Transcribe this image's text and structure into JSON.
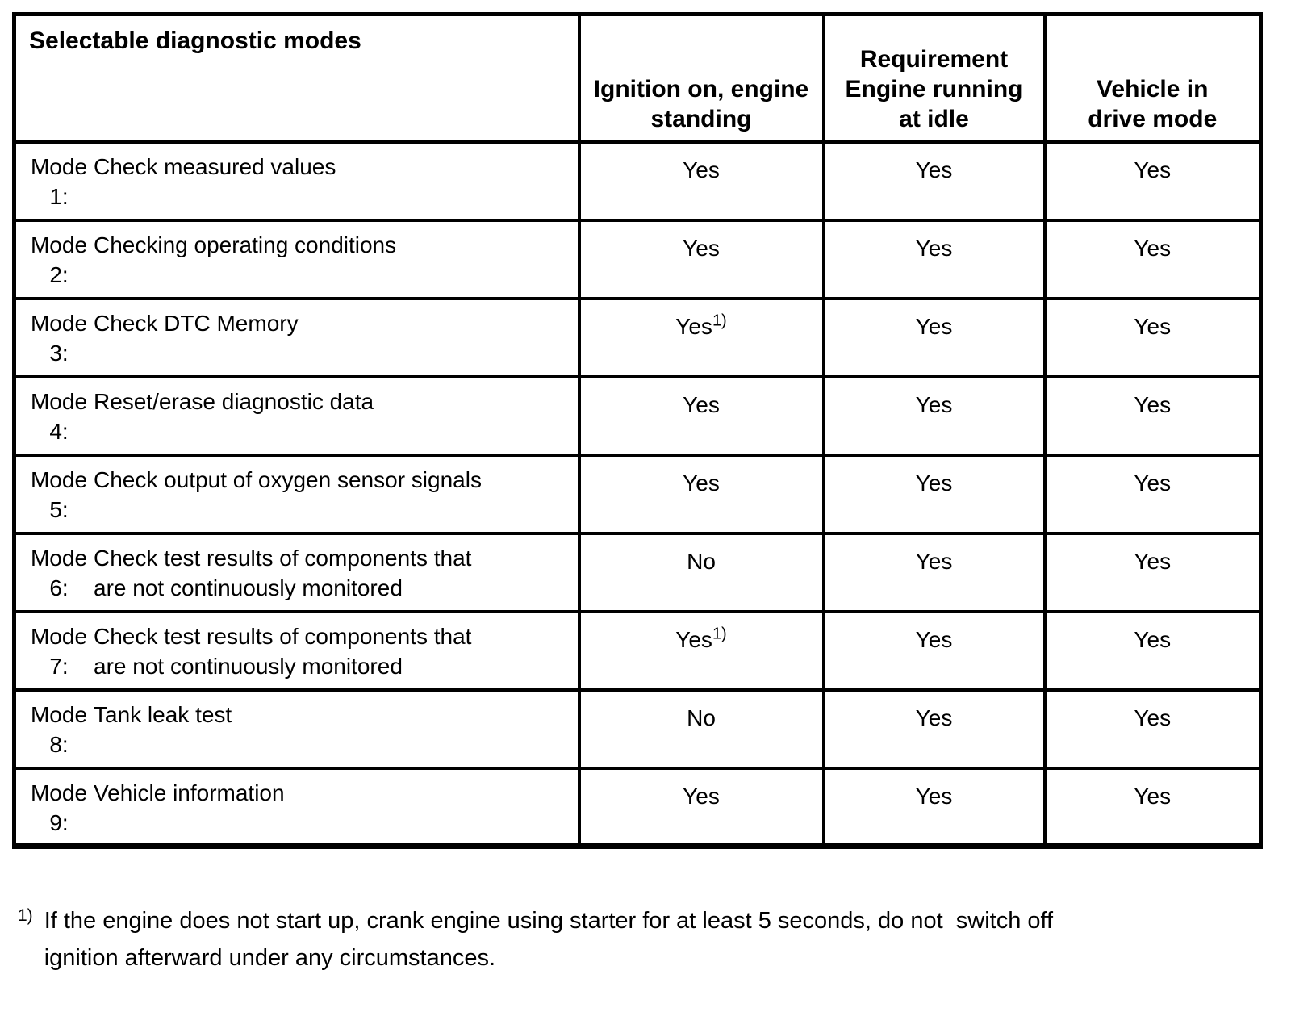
{
  "table": {
    "header": {
      "col1": "Selectable diagnostic modes",
      "col2": "Ignition on, engine\nstanding",
      "col3": "Requirement\nEngine running\nat idle",
      "col4": "Vehicle in\ndrive mode"
    },
    "rows": [
      {
        "mode": "Mode\n1:",
        "desc": "Check measured values",
        "ignition": "Yes",
        "ignition_sup": "",
        "idle": "Yes",
        "drive": "Yes"
      },
      {
        "mode": "Mode\n2:",
        "desc": "Checking operating conditions",
        "ignition": "Yes",
        "ignition_sup": "",
        "idle": "Yes",
        "drive": "Yes"
      },
      {
        "mode": "Mode\n3:",
        "desc": "Check DTC Memory",
        "ignition": "Yes",
        "ignition_sup": "1)",
        "idle": "Yes",
        "drive": "Yes"
      },
      {
        "mode": "Mode\n4:",
        "desc": "Reset/erase diagnostic data",
        "ignition": "Yes",
        "ignition_sup": "",
        "idle": "Yes",
        "drive": "Yes"
      },
      {
        "mode": "Mode\n5:",
        "desc": "Check output of oxygen sensor signals",
        "ignition": "Yes",
        "ignition_sup": "",
        "idle": "Yes",
        "drive": "Yes"
      },
      {
        "mode": "Mode\n6:",
        "desc": "Check test results of components that\nare not continuously monitored",
        "ignition": "No",
        "ignition_sup": "",
        "idle": "Yes",
        "drive": "Yes"
      },
      {
        "mode": "Mode\n7:",
        "desc": "Check test results of components that\nare not continuously monitored",
        "ignition": "Yes",
        "ignition_sup": "1)",
        "idle": "Yes",
        "drive": "Yes"
      },
      {
        "mode": "Mode\n8:",
        "desc": "Tank leak test",
        "ignition": "No",
        "ignition_sup": "",
        "idle": "Yes",
        "drive": "Yes"
      },
      {
        "mode": "Mode\n9:",
        "desc": "Vehicle information",
        "ignition": "Yes",
        "ignition_sup": "",
        "idle": "Yes",
        "drive": "Yes"
      }
    ]
  },
  "footnote": {
    "marker": "1)",
    "text": "If the engine does not start up, crank engine using starter for at least 5 seconds, do not  switch off\nignition afterward under any circumstances."
  }
}
